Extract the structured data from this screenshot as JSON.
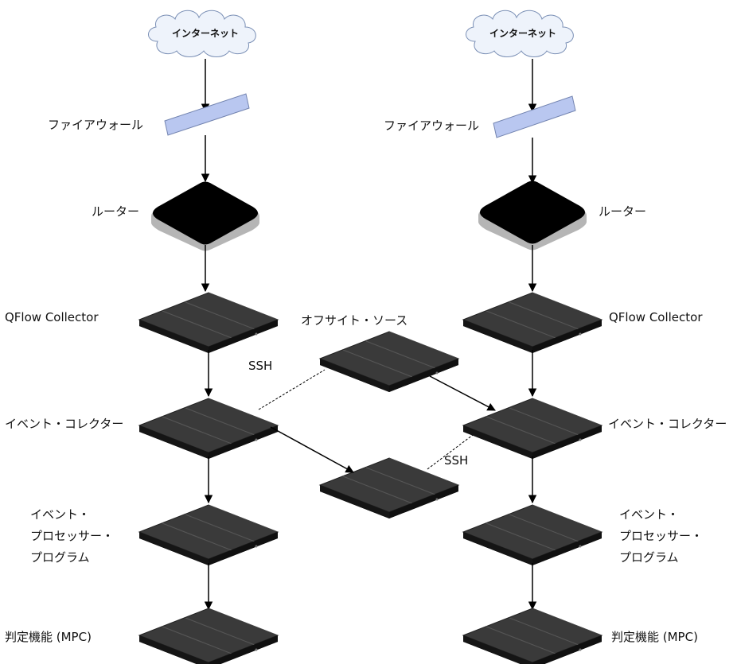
{
  "left": {
    "internet": "インターネット",
    "firewall": "ファイアウォール",
    "router": "ルーター",
    "qflow": "QFlow Collector",
    "event_collector": "イベント・コレクター",
    "event_processor": [
      "イベント・",
      "プロセッサー・",
      "プログラム"
    ],
    "mpc": "判定機能 (MPC)"
  },
  "right": {
    "internet": "インターネット",
    "firewall": "ファイアウォール",
    "router": "ルーター",
    "qflow": "QFlow Collector",
    "event_collector": "イベント・コレクター",
    "event_processor": [
      "イベント・",
      "プロセッサー・",
      "プログラム"
    ],
    "mpc": "判定機能 (MPC)"
  },
  "middle": {
    "offsite_source": "オフサイト・ソース",
    "ssh_left": "SSH",
    "ssh_right": "SSH"
  },
  "colors": {
    "appliance": "#2e2e2e",
    "appliance_top": "#3d3d3d",
    "router": "#000000",
    "router_base": "#b5b5b5",
    "firewall": "#b9c7f0",
    "cloud": "#eef3fb",
    "line": "#000000"
  },
  "icons": [
    "cloud-icon",
    "firewall-icon",
    "router-icon",
    "appliance-icon"
  ]
}
